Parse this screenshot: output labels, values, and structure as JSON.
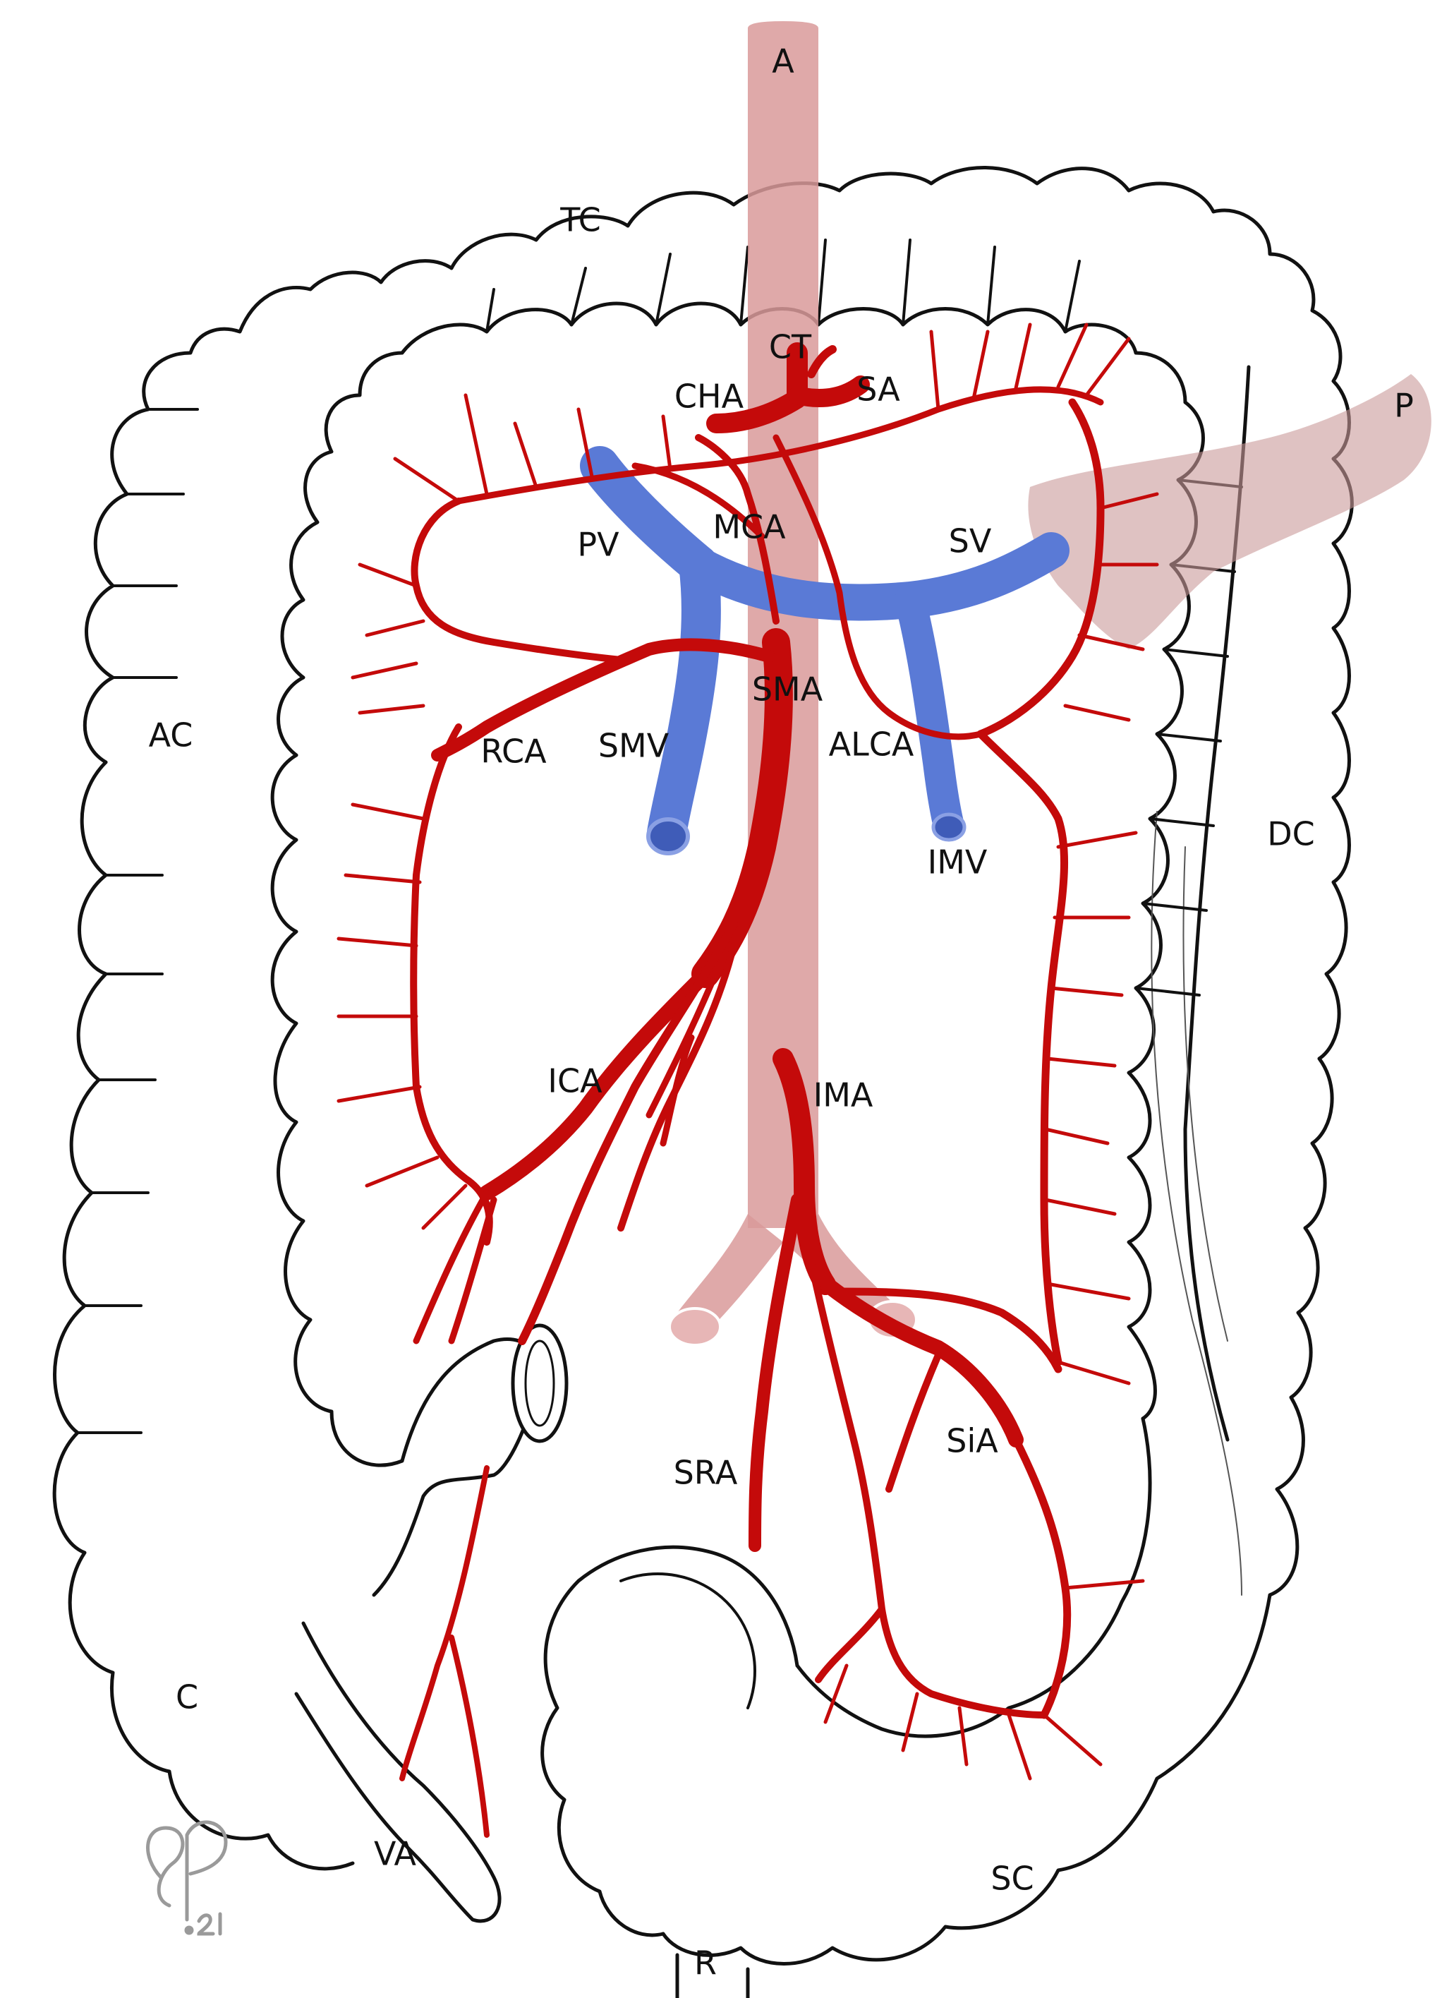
{
  "labels": {
    "A": "A",
    "TC": "TC",
    "CT": "CT",
    "CHA": "CHA",
    "SA": "SA",
    "P": "P",
    "PV": "PV",
    "MCA": "MCA",
    "SV": "SV",
    "AC": "AC",
    "SMA": "SMA",
    "RCA": "RCA",
    "SMV": "SMV",
    "ALCA": "ALCA",
    "DC": "DC",
    "IMV": "IMV",
    "ICA": "ICA",
    "IMA": "IMA",
    "SiA": "SiA",
    "SRA": "SRA",
    "C": "C",
    "VA": "VA",
    "SC": "SC",
    "R": "R"
  },
  "signature": "SP.21",
  "colors": {
    "artery": "#c40a0a",
    "vein": "#5a7ad6",
    "aorta": "#d99a9a",
    "pancreas": "#c99a9a",
    "outline": "#111111"
  }
}
